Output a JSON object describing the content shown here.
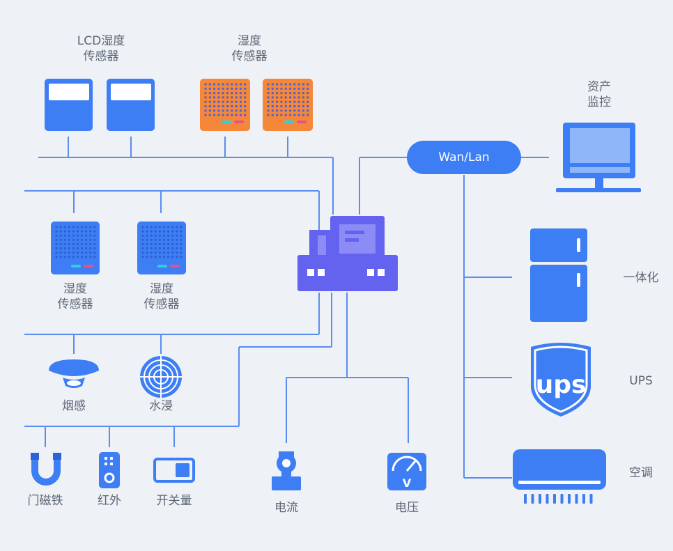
{
  "diagram": {
    "network_label": "Wan/Lan",
    "lcd_sensor": {
      "line1": "LCD湿度",
      "line2": "传感器"
    },
    "humidity_sensor_top": {
      "line1": "湿度",
      "line2": "传感器"
    },
    "humidity_sensor_1": {
      "line1": "湿度",
      "line2": "传感器"
    },
    "humidity_sensor_2": {
      "line1": "湿度",
      "line2": "传感器"
    },
    "asset_monitor": {
      "line1": "资产",
      "line2": "监控"
    },
    "smoke": "烟感",
    "water": "水浸",
    "door_magnet": "门磁铁",
    "infrared": "红外",
    "switch": "开关量",
    "current": "电流",
    "voltage": "电压",
    "integrated_cabinet": "一体化",
    "ups": "UPS",
    "air_conditioner": "空调",
    "ups_logo": "ups"
  },
  "colors": {
    "primary": "#3d7ef5",
    "dark_blue": "#2b63d8",
    "orange": "#f5873a",
    "purple": "#6463f0",
    "line": "#5a8df0",
    "background": "#eef1f6",
    "label": "#5d6775"
  }
}
